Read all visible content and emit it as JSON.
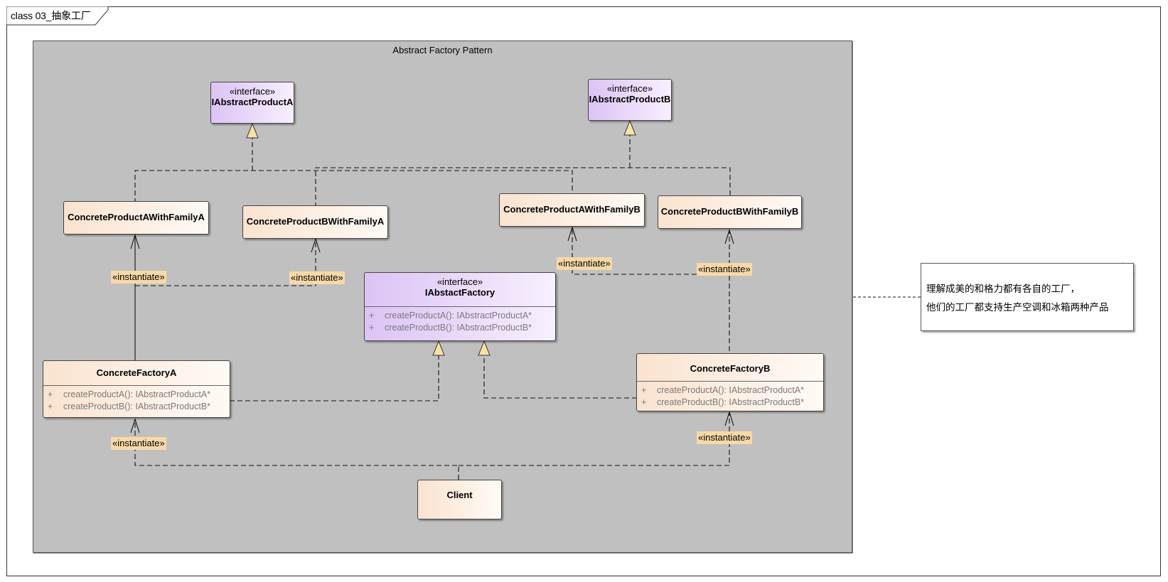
{
  "frame": {
    "label": "class 03_抽象工厂"
  },
  "package": {
    "title": "Abstract Factory Pattern"
  },
  "interfaces": {
    "productA": {
      "stereotype": "«interface»",
      "name": "IAbstractProductA"
    },
    "productB": {
      "stereotype": "«interface»",
      "name": "IAbstractProductB"
    },
    "factory": {
      "stereotype": "«interface»",
      "name": "IAbstactFactory",
      "ops": [
        {
          "vis": "+",
          "sig": "createProductA(): IAbstractProductA*"
        },
        {
          "vis": "+",
          "sig": "createProductB(): IAbstractProductB*"
        }
      ]
    }
  },
  "classes": {
    "productAFamilyA": {
      "name": "ConcreteProductAWithFamilyA"
    },
    "productBFamilyA": {
      "name": "ConcreteProductBWithFamilyA"
    },
    "productAFamilyB": {
      "name": "ConcreteProductAWithFamilyB"
    },
    "productBFamilyB": {
      "name": "ConcreteProductBWithFamilyB"
    },
    "factoryA": {
      "name": "ConcreteFactoryA",
      "ops": [
        {
          "vis": "+",
          "sig": "createProductA(): IAbstractProductA*"
        },
        {
          "vis": "+",
          "sig": "createProductB(): IAbstractProductB*"
        }
      ]
    },
    "factoryB": {
      "name": "ConcreteFactoryB",
      "ops": [
        {
          "vis": "+",
          "sig": "createProductA(): IAbstractProductA*"
        },
        {
          "vis": "+",
          "sig": "createProductB(): IAbstractProductB*"
        }
      ]
    },
    "client": {
      "name": "Client"
    }
  },
  "labels": {
    "instantiate": "«instantiate»"
  },
  "note": {
    "line1": "理解成美的和格力都有各自的工厂，",
    "line2": "他们的工厂都支持生产空调和冰箱两种产品"
  },
  "colors": {
    "interface_fill": "#dcc3f4",
    "class_fill": "#fae3cf",
    "package_fill": "#c0c0c0",
    "label_fill": "#f7d9a8",
    "triangle_fill": "#f9e0a8"
  }
}
